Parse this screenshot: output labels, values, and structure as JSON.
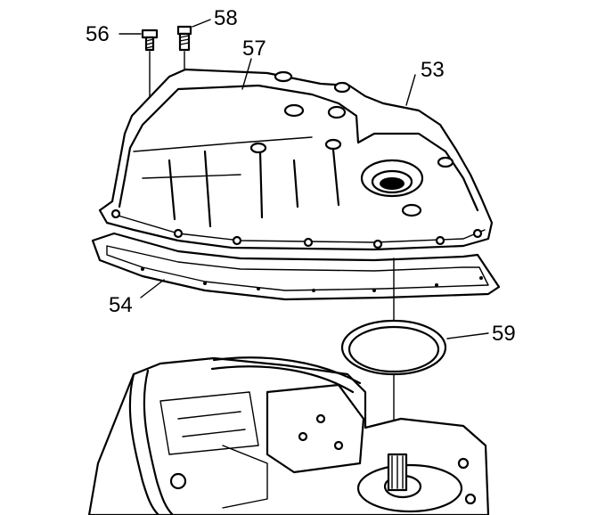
{
  "diagram": {
    "callouts": [
      {
        "id": "56",
        "label": "56"
      },
      {
        "id": "58",
        "label": "58"
      },
      {
        "id": "57",
        "label": "57"
      },
      {
        "id": "53",
        "label": "53"
      },
      {
        "id": "54",
        "label": "54"
      },
      {
        "id": "59",
        "label": "59"
      }
    ]
  },
  "colors": {
    "ink": "#000000",
    "paper": "#ffffff"
  }
}
